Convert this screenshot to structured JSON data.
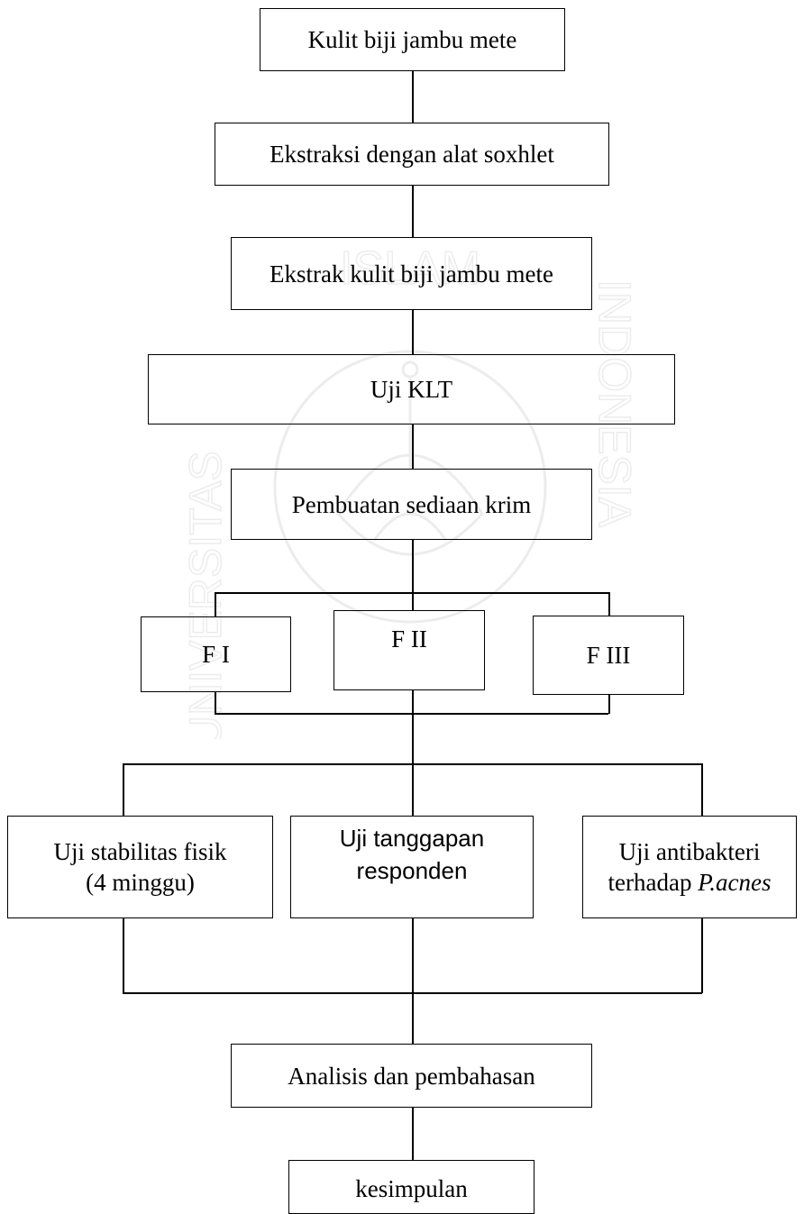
{
  "watermark": {
    "top_text": "ISLAM",
    "left_text": "UNIVERSITAS",
    "right_text": "INDONESIA",
    "color": "#9a9a9a",
    "icon": "university-seal-icon"
  },
  "steps": {
    "s1": "Kulit biji jambu mete",
    "s2": "Ekstraksi dengan alat soxhlet",
    "s3": "Ekstrak kulit biji jambu mete",
    "s4": "Uji KLT",
    "s5": "Pembuatan sediaan krim",
    "f1": "F I",
    "f2": "F II",
    "f3": "F III",
    "t1_line1": "Uji stabilitas fisik",
    "t1_line2": "(4 minggu)",
    "t2_line1": "Uji tanggapan",
    "t2_line2": "responden",
    "t3_line1": "Uji antibakteri",
    "t3_line2_prefix": "terhadap ",
    "t3_line2_italic": "P.acnes",
    "s6": "Analisis dan pembahasan",
    "s7": "kesimpulan"
  }
}
